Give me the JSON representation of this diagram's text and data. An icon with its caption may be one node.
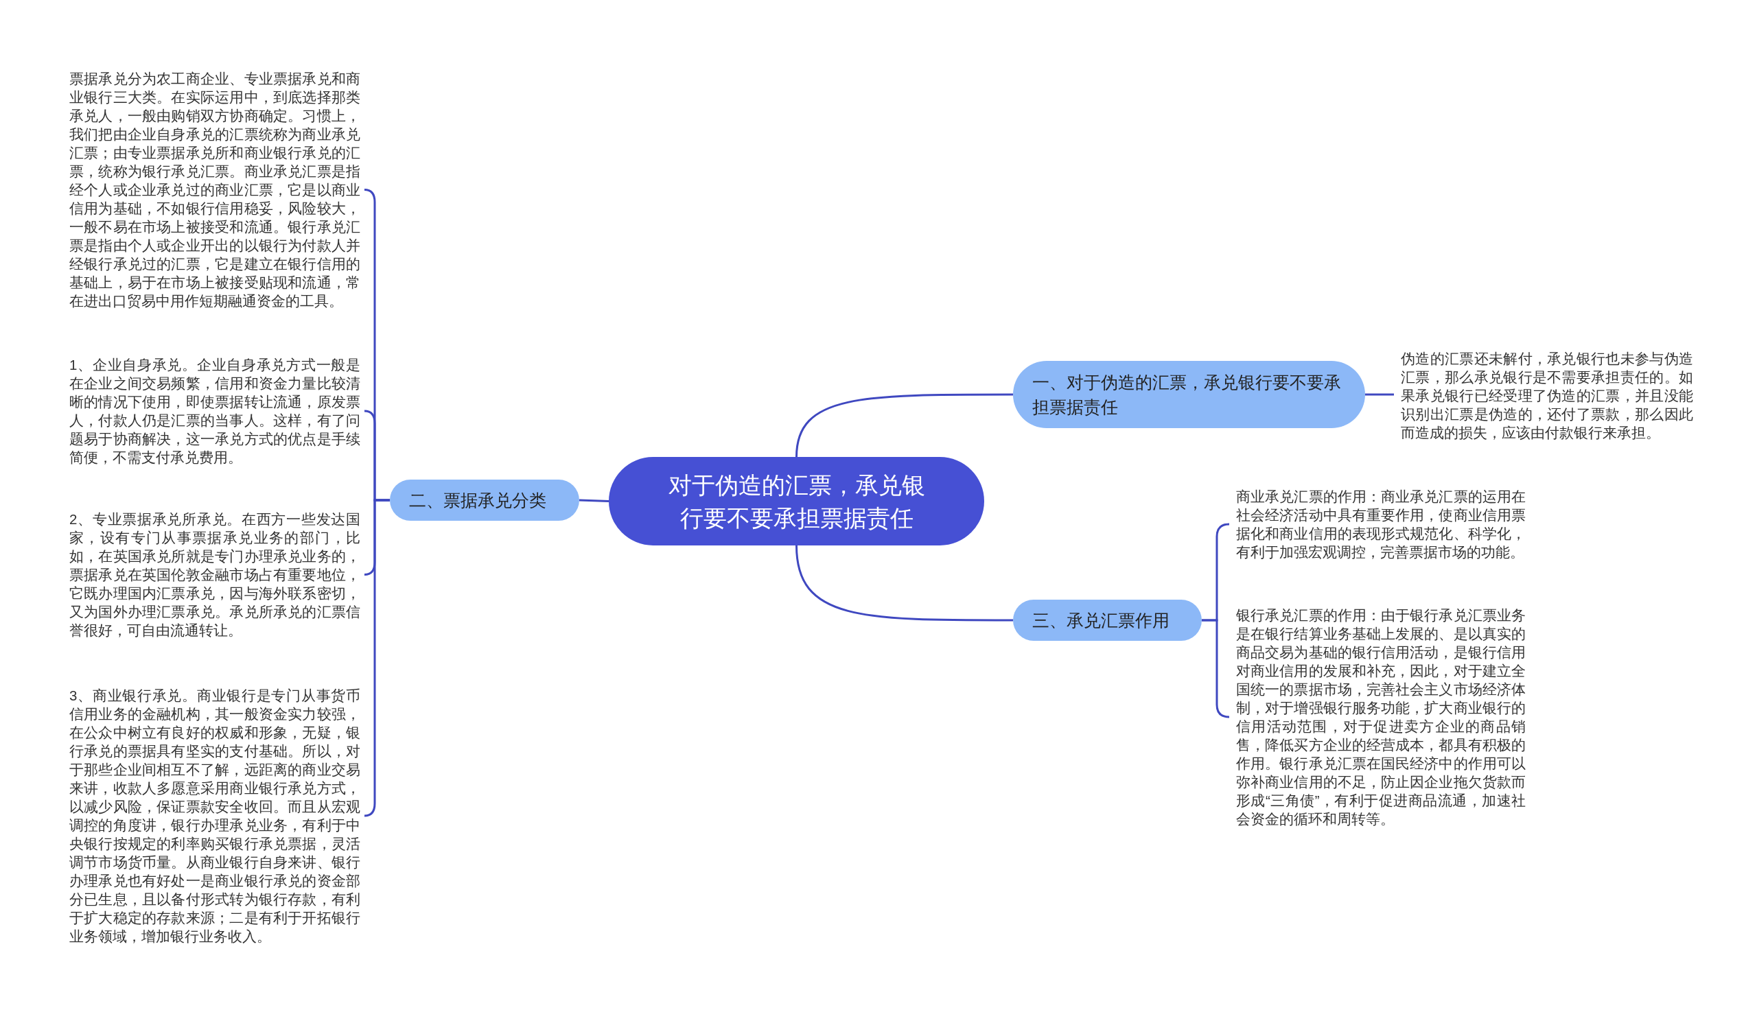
{
  "diagram": {
    "nodes": [
      {
        "text": [
          "对于伪造的汇票，承兑银行要不要承担票据责任"
        ]
      },
      {
        "text": [
          "一、对于伪造的汇票，承兑银行要不要承担票据责任"
        ]
      },
      {
        "text": [
          "二、票据承兑分类"
        ]
      },
      {
        "text": [
          "三、承兑汇票作用"
        ]
      },
      {
        "text": [
          "伪造的汇票还未解付，承兑银行也未参与伪造汇票，那么承兑银行是不需要承担责任的。如果承兑银行已经受理了伪造的汇票，并且没能识别出汇票是伪造的，还付了票款，那么因此而造成的损失，应该由付款银行来承担。"
        ]
      },
      {
        "text": [
          "票据承兑分为农工商企业、专业票据承兑和商业银行三大类。在实际运用中，到底选择那类承兑人，一般由购销双方协商确定。习惯上，我们把由企业自身承兑的汇票统称为商业承兑汇票；由专业票据承兑所和商业银行承兑的汇票，统称为银行承兑汇票。商业承兑汇票是指经个人或企业承兑过的商业汇票，它是以商业信用为基础，不如银行信用稳妥，风险较大，一般不易在市场上被接受和流通。银行承兑汇票是指由个人或企业开出的以银行为付款人并经银行承兑过的汇票，它是建立在银行信用的基础上，易于在市场上被接受贴现和流通，常在进出口贸易中用作短期融通资金的工具。"
        ]
      },
      {
        "text": [
          "1、企业自身承兑。企业自身承兑方式一般是在企业之间交易频繁，信用和资金力量比较清晰的情况下使用，即使票据转让流通，原发票人，付款人仍是汇票的当事人。这样，有了问题易于协商解决，这一承兑方式的优点是手续简便，不需支付承兑费用。"
        ]
      },
      {
        "text": [
          "2、专业票据承兑所承兑。在西方一些发达国家，设有专门从事票据承兑业务的部门，比如，在英国承兑所就是专门办理承兑业务的，票据承兑在英国伦敦金融市场占有重要地位，它既办理国内汇票承兑，因与海外联系密切，又为国外办理汇票承兑。承兑所承兑的汇票信誉很好，可自由流通转让。"
        ]
      },
      {
        "text": [
          "3、商业银行承兑。商业银行是专门从事货币信用业务的金融机构，其一般资金实力较强，在公众中树立有良好的权威和形象，无疑，银行承兑的票据具有坚实的支付基础。所以，对于那些企业间相互不了解，远距离的商业交易来讲，收款人多愿意采用商业银行承兑方式，以减少风险，保证票款安全收回。而且从宏观调控的角度讲，银行办理承兑业务，有利于中央银行按规定的利率购买银行承兑票据，灵活调节市场货币量。从商业银行自身来讲、银行办理承兑也有好处一是商业银行承兑的资金部分已生息，且以备付形式转为银行存款，有利于扩大稳定的存款来源；二是有利于开拓银行业务领域，增加银行业务收入。"
        ]
      },
      {
        "text": [
          "商业承兑汇票的作用：商业承兑汇票的运用在社会经济活动中具有重要作用，使商业信用票据化和商业信用的表现形式规范化、科学化，有利于加强宏观调控，完善票据市场的功能。"
        ]
      },
      {
        "text": [
          "银行承兑汇票的作用：由于银行承兑汇票业务是在银行结算业务基础上发展的、是以真实的商品交易为基础的银行信用活动，是银行信用对商业信用的发展和补充，因此，对于建立全国统一的票据市场，完善社会主义市场经济体制，对于增强银行服务功能，扩大商业银行的信用活动范围，对于促进卖方企业的商品销售，降低买方企业的经营成本，都具有积极的作用。银行承兑汇票在国民经济中的作用可以弥补商业信用的不足，防止因企业拖欠货款而形成“三角债”，有利于促进商品流通，加速社会资金的循环和周转等。"
        ]
      }
    ],
    "edges": [
      {
        "from": 0,
        "to": 1,
        "arrow": "none"
      },
      {
        "from": 0,
        "to": 2,
        "arrow": "none"
      },
      {
        "from": 0,
        "to": 3,
        "arrow": "none"
      },
      {
        "from": 1,
        "to": 4,
        "arrow": "none"
      },
      {
        "from": 2,
        "to": 5,
        "arrow": "none"
      },
      {
        "from": 2,
        "to": 6,
        "arrow": "none"
      },
      {
        "from": 2,
        "to": 7,
        "arrow": "none"
      },
      {
        "from": 2,
        "to": 8,
        "arrow": "none"
      },
      {
        "from": 3,
        "to": 9,
        "arrow": "none"
      },
      {
        "from": 3,
        "to": 10,
        "arrow": "none"
      }
    ]
  }
}
